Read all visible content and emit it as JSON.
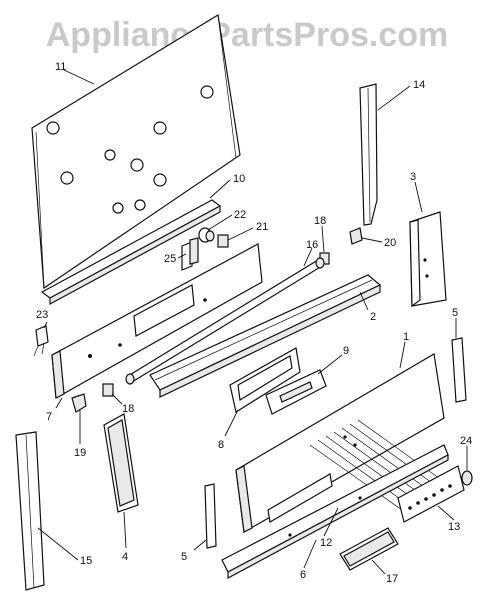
{
  "watermark": "AppliancePartsPros.com",
  "callouts": {
    "c1": "1",
    "c2": "2",
    "c3": "3",
    "c4": "4",
    "c5a": "5",
    "c5b": "5",
    "c6": "6",
    "c7": "7",
    "c8": "8",
    "c9": "9",
    "c10": "10",
    "c11": "11",
    "c12": "12",
    "c13": "13",
    "c14": "14",
    "c15": "15",
    "c16": "16",
    "c17": "17",
    "c18a": "18",
    "c18b": "18",
    "c19": "19",
    "c20": "20",
    "c21": "21",
    "c22": "22",
    "c23": "23",
    "c24": "24",
    "c25": "25"
  },
  "colors": {
    "line": "#111111",
    "watermark": "#c9c9c9",
    "background": "#ffffff"
  }
}
